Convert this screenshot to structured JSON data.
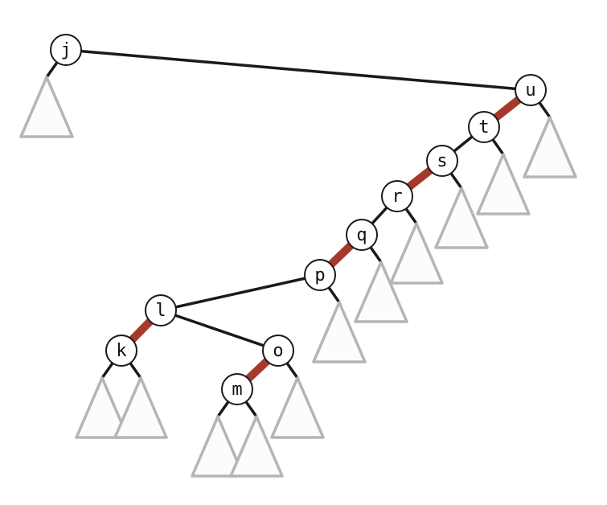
{
  "colors": {
    "black_link": "#1a1a1a",
    "red_link": "#a33a2c",
    "subtree_stroke": "#b5b5b5",
    "subtree_fill": "#fcfcfb",
    "node_stroke": "#1a1a1a",
    "node_fill": "#ffffff"
  },
  "nodes": [
    {
      "id": "j",
      "label": "j"
    },
    {
      "id": "u",
      "label": "u"
    },
    {
      "id": "t",
      "label": "t"
    },
    {
      "id": "s",
      "label": "s"
    },
    {
      "id": "r",
      "label": "r"
    },
    {
      "id": "q",
      "label": "q"
    },
    {
      "id": "p",
      "label": "p"
    },
    {
      "id": "l",
      "label": "l"
    },
    {
      "id": "k",
      "label": "k"
    },
    {
      "id": "o",
      "label": "o"
    },
    {
      "id": "m",
      "label": "m"
    }
  ],
  "links": [
    {
      "from": "j",
      "to": "u",
      "color": "black"
    },
    {
      "from": "u",
      "to": "t",
      "color": "red"
    },
    {
      "from": "t",
      "to": "s",
      "color": "black"
    },
    {
      "from": "s",
      "to": "r",
      "color": "red"
    },
    {
      "from": "r",
      "to": "q",
      "color": "black"
    },
    {
      "from": "q",
      "to": "p",
      "color": "red"
    },
    {
      "from": "p",
      "to": "l",
      "color": "black"
    },
    {
      "from": "l",
      "to": "k",
      "color": "red"
    },
    {
      "from": "l",
      "to": "o",
      "color": "black"
    },
    {
      "from": "o",
      "to": "m",
      "color": "red"
    }
  ],
  "subtrees": [
    {
      "parent": "j",
      "side": "left"
    },
    {
      "parent": "u",
      "side": "right"
    },
    {
      "parent": "t",
      "side": "right"
    },
    {
      "parent": "s",
      "side": "right"
    },
    {
      "parent": "r",
      "side": "right"
    },
    {
      "parent": "q",
      "side": "right"
    },
    {
      "parent": "p",
      "side": "right"
    },
    {
      "parent": "k",
      "side": "left"
    },
    {
      "parent": "k",
      "side": "right"
    },
    {
      "parent": "m",
      "side": "left"
    },
    {
      "parent": "m",
      "side": "right"
    },
    {
      "parent": "o",
      "side": "right"
    }
  ]
}
